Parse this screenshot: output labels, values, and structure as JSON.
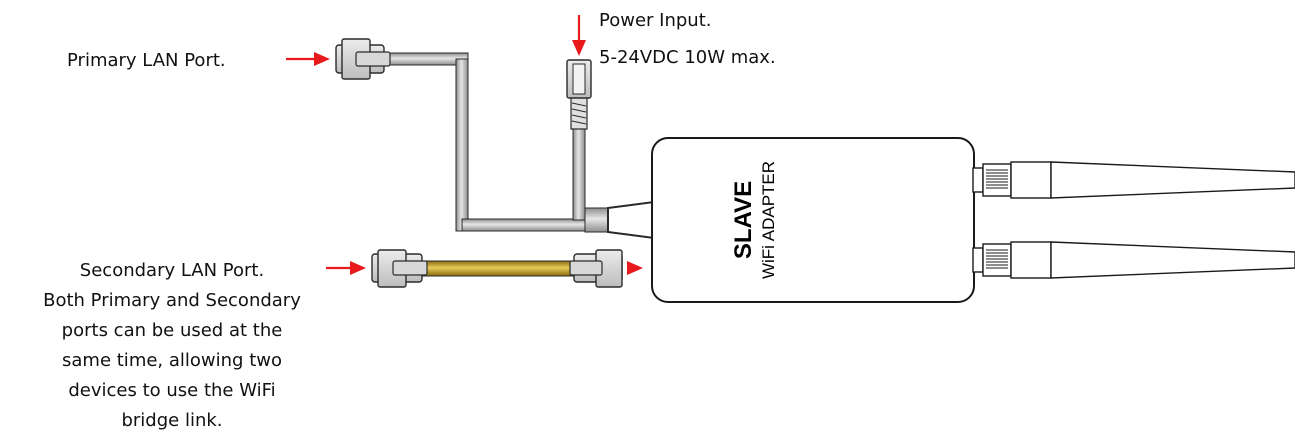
{
  "labels": {
    "primary_lan": "Primary LAN Port.",
    "power_line1": "Power Input.",
    "power_line2": "5-24VDC 10W max.",
    "secondary_lines": [
      "Secondary LAN Port.",
      "Both Primary and Secondary",
      "ports can be used at the",
      "same time, allowing two",
      "devices to use the WiFi",
      "bridge link."
    ]
  },
  "adapter": {
    "title": "SLAVE",
    "subtitle": "WiFi ADAPTER"
  },
  "colors": {
    "arrow": "#e8191b",
    "cable_gray": "#b5b5b5",
    "cable_gold": "#c9a52a",
    "outline": "#2a2a2a",
    "connector_fill": "#cfcfcf"
  }
}
